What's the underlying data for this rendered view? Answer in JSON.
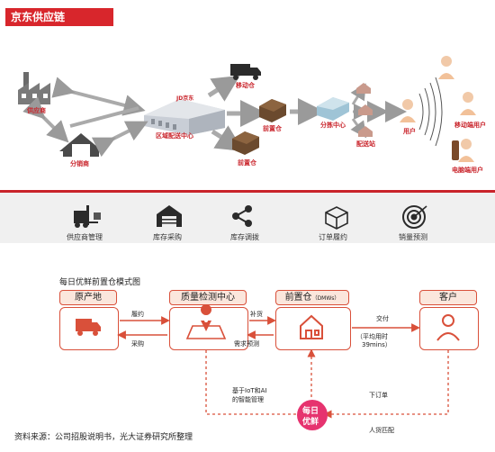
{
  "upper": {
    "title": "京东供应链",
    "nodes": {
      "supplier": "供应商",
      "distributor": "分销商",
      "rdc": "区域配送中心",
      "mobile_warehouse": "移动仓",
      "front_warehouse_1": "前置仓",
      "front_warehouse_2": "前置仓",
      "sorting_center": "分拣中心",
      "delivery_station": "配送站",
      "user": "用户",
      "mobile_user": "移动端用户",
      "pc_user": "电脑端用户"
    },
    "logo_text": "JD京东"
  },
  "strip": {
    "items": [
      {
        "label": "供应商管理",
        "icon": "forklift-icon"
      },
      {
        "label": "库存采购",
        "icon": "warehouse-icon"
      },
      {
        "label": "库存调拨",
        "icon": "share-icon"
      },
      {
        "label": "订单履约",
        "icon": "package-icon"
      },
      {
        "label": "销量预测",
        "icon": "target-icon"
      }
    ]
  },
  "lower": {
    "title": "每日优鲜前置仓模式图",
    "headers": [
      "原产地",
      "质量检测中心",
      "前置仓",
      "客户"
    ],
    "front_warehouse_suffix": "（DMWs）",
    "edges": {
      "fulfill": "履约",
      "purchase": "采购",
      "replenish": "补货",
      "demand_forecast": "需求预测",
      "deliver": "交付",
      "avg_time_1": "（平均用时",
      "avg_time_2": "39mins）",
      "place_order": "下订单",
      "iot_1": "基于IoT和AI",
      "iot_2": "的智能管理",
      "matching": "人货匹配"
    },
    "logo_top": "每日",
    "logo_bottom": "优鲜",
    "source": "资料来源：公司招股说明书，光大证券研究所整理"
  },
  "colors": {
    "accent": "#d9503a",
    "brand_red": "#c9242b",
    "header_fill": "#fbe6dc",
    "logo_pink": "#e6336f"
  }
}
